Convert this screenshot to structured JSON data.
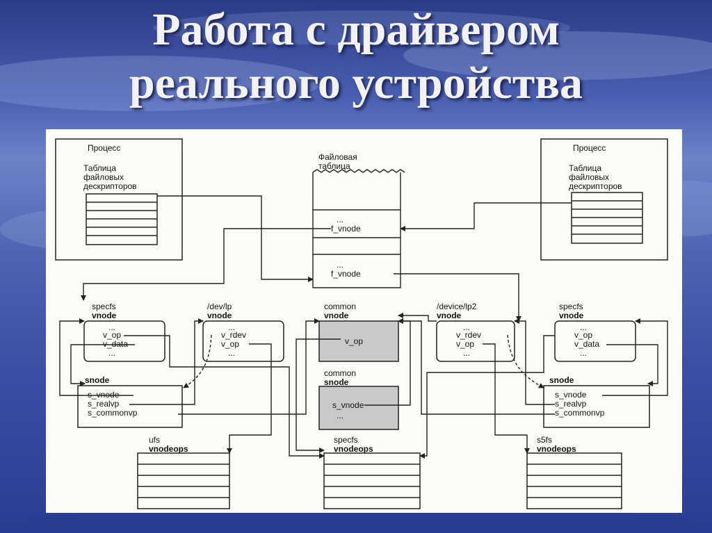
{
  "title": {
    "line1": "Работа с драйвером",
    "line2": "реального устройства"
  },
  "diagram": {
    "process_left": {
      "label": "Процесс",
      "table_line1": "Таблица",
      "table_line2": "файловых",
      "table_line3": "дескрипторов"
    },
    "process_right": {
      "label": "Процесс",
      "table_line1": "Таблица",
      "table_line2": "файловых",
      "table_line3": "дескрипторов"
    },
    "file_table": {
      "line1": "Файловая",
      "line2": "таблица",
      "dots1": "...",
      "entry1": "f_vnode",
      "dots2": "...",
      "entry2": "f_vnode"
    },
    "specfs_left": {
      "line1": "specfs",
      "line2": "vnode",
      "dots1": "...",
      "f1": "v_op",
      "f2": "v_data",
      "dots2": "..."
    },
    "dev_lp": {
      "line1": "/dev/lp",
      "line2": "vnode",
      "dots1": "...",
      "f1": "v_rdev",
      "f2": "v_op",
      "dots2": "..."
    },
    "common_vnode": {
      "line1": "common",
      "line2": "vnode",
      "f1": "v_op"
    },
    "common_snode": {
      "line1": "common",
      "line2": "snode",
      "f1": "s_vnode",
      "dots": "..."
    },
    "device_lp2": {
      "line1": "/device/lp2",
      "line2": "vnode",
      "dots1": "...",
      "f1": "v_rdev",
      "f2": "v_op",
      "dots2": "..."
    },
    "specfs_right": {
      "line1": "specfs",
      "line2": "vnode",
      "dots1": "...",
      "f1": "v_op",
      "f2": "v_data",
      "dots2": "..."
    },
    "snode_left": {
      "label": "snode",
      "f1": "s_vnode",
      "f2": "s_realvp",
      "f3": "s_commonvp"
    },
    "snode_right": {
      "label": "snode",
      "f1": "s_vnode",
      "f2": "s_realvp",
      "f3": "s_commonvp"
    },
    "ufs_ops": {
      "line1": "ufs",
      "line2": "vnodeops"
    },
    "specfs_ops": {
      "line1": "specfs",
      "line2": "vnodeops"
    },
    "s5fs_ops": {
      "line1": "s5fs",
      "line2": "vnodeops"
    }
  },
  "colors": {
    "background_sky": "#4a5fb0",
    "title_text": "#f2f2f2",
    "figure_bg": "#fbfbf8",
    "shaded_box": "#c9c9c9"
  }
}
